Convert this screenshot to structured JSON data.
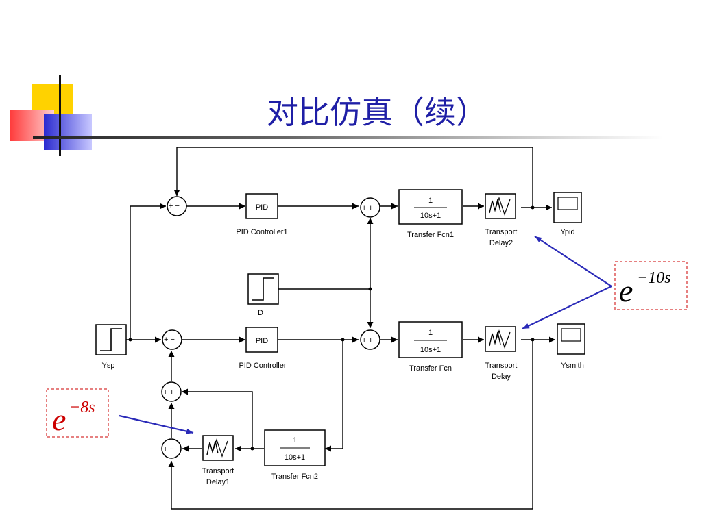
{
  "slide": {
    "title": "对比仿真（续）"
  },
  "blocks": {
    "pid1": {
      "text": "PID",
      "label": "PID Controller1"
    },
    "pid": {
      "text": "PID",
      "label": "PID Controller"
    },
    "tf1": {
      "num": "1",
      "den": "10s+1",
      "label": "Transfer Fcn1"
    },
    "tf": {
      "num": "1",
      "den": "10s+1",
      "label": "Transfer Fcn"
    },
    "tf2": {
      "num": "1",
      "den": "10s+1",
      "label": "Transfer Fcn2"
    },
    "delay2": {
      "label1": "Transport",
      "label2": "Delay2"
    },
    "delay": {
      "label1": "Transport",
      "label2": "Delay"
    },
    "delay1": {
      "label1": "Transport",
      "label2": "Delay1"
    },
    "ypid": {
      "label": "Ypid"
    },
    "ysmith": {
      "label": "Ysmith"
    },
    "ysp": {
      "label": "Ysp"
    },
    "d": {
      "label": "D"
    }
  },
  "sums": {
    "s1": {
      "signs": "+ −"
    },
    "s2": {
      "signs": "+ +"
    },
    "s3": {
      "signs": "+ −"
    },
    "s4": {
      "signs": "+ +"
    },
    "s5": {
      "signs": "+ +"
    },
    "s6": {
      "signs": "+ −"
    }
  },
  "annotations": {
    "delay10": {
      "base": "e",
      "exp": "−10s"
    },
    "delay8": {
      "base": "e",
      "exp": "−8s"
    }
  },
  "colors": {
    "title": "#1f1fa6",
    "arrow": "#2a2ab8",
    "callout": "#cc0000"
  }
}
